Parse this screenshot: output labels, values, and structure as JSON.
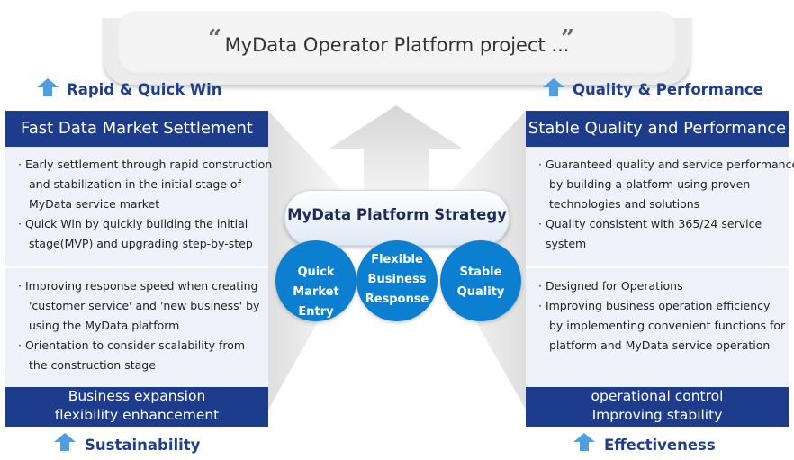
{
  "quote": {
    "text": "MyData Operator Platform project ...",
    "open": "“",
    "close": "”"
  },
  "headers": {
    "top_left": "Rapid & Quick Win",
    "top_right": "Quality & Performance",
    "bottom_left": "Sustainability",
    "bottom_right": "Effectiveness"
  },
  "left_panel": {
    "title": "Fast Data Market Settlement",
    "section1": [
      "· Early settlement through rapid construction",
      "and stabilization in the initial stage of",
      "MyData service market",
      "· Quick Win by quickly building the initial",
      "stage(MVP) and upgrading step-by-step"
    ],
    "section2": [
      "· Improving response speed when creating",
      "'customer service' and 'new business' by",
      "using the MyData platform",
      "· Orientation to consider scalability from",
      "the construction stage"
    ],
    "footer": [
      "Business expansion",
      "flexibility enhancement"
    ]
  },
  "right_panel": {
    "title": "Stable Quality and Performance",
    "section1": [
      "· Guaranteed quality and service performance",
      "by building a platform using proven",
      "technologies and solutions",
      "· Quality consistent with 365/24 service",
      "system"
    ],
    "section2": [
      "· Designed for Operations",
      "· Improving business operation efficiency",
      "by implementing convenient functions for",
      "platform and MyData service operation"
    ],
    "footer": [
      "operational control",
      "Improving stability"
    ]
  },
  "center": {
    "title": "MyData Platform Strategy",
    "circles": [
      {
        "lines": [
          "Quick",
          "Market Entry"
        ]
      },
      {
        "lines": [
          "Flexible",
          "Business",
          "Response"
        ]
      },
      {
        "lines": [
          "Stable",
          "Quality"
        ]
      }
    ]
  },
  "colors": {
    "navy": "#1d3c8c",
    "circle_blue": "#0d7fd0",
    "panel_bg": "#eef2f8",
    "header_text": "#1f3f8a"
  }
}
